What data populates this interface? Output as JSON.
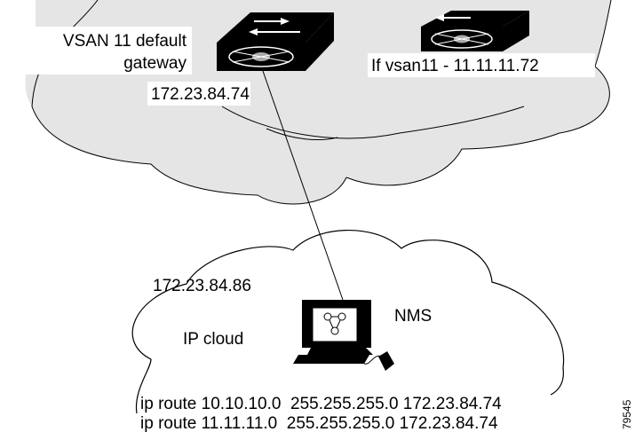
{
  "labels": {
    "gateway_line1": "VSAN 11 default",
    "gateway_line2": "gateway",
    "switch_ip": "172.23.84.74",
    "vsan_interface": "If vsan11 - 11.11.11.72",
    "nms_ip": "172.23.84.86",
    "nms": "NMS",
    "ip_cloud": "IP cloud",
    "route1": "ip route 10.10.10.0  255.255.255.0 172.23.84.74",
    "route2": "ip route 11.11.11.0  255.255.255.0 172.23.84.74",
    "figure_id": "79545"
  },
  "colors": {
    "fabric_cloud": "#e5e5e5",
    "outline": "#000000",
    "device": "#000000"
  }
}
